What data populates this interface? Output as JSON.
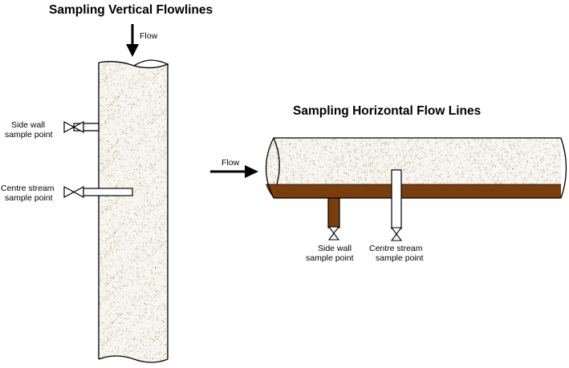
{
  "vertical_section": {
    "title": "Sampling Vertical Flowlines",
    "flow_label": "Flow",
    "side_wall_label": [
      "Side wall",
      "sample point"
    ],
    "centre_stream_label": [
      "Centre stream",
      "sample point"
    ]
  },
  "horizontal_section": {
    "title": "Sampling Horizontal Flow Lines",
    "flow_label": "Flow",
    "side_wall_label": [
      "Side wall",
      "sample point"
    ],
    "centre_stream_label": [
      "Centre stream",
      "sample point"
    ]
  },
  "colors": {
    "fluid_fill": "#f7f5ef",
    "speckle": "#a08a5a",
    "sediment": "#7a3d0c",
    "outline": "#000000"
  }
}
